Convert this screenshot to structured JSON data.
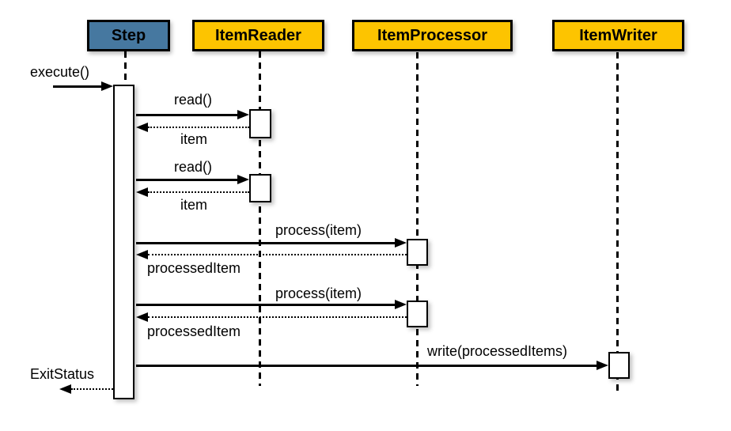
{
  "diagram": {
    "type": "uml-sequence"
  },
  "colors": {
    "step_header_bg": "#4678a0",
    "component_header_bg": "#fdc400",
    "line": "#000000",
    "background": "#ffffff",
    "activation_fill": "#ffffff"
  },
  "lifelines": [
    {
      "id": "step",
      "label": "Step"
    },
    {
      "id": "itemreader",
      "label": "ItemReader"
    },
    {
      "id": "itemprocessor",
      "label": "ItemProcessor"
    },
    {
      "id": "itemwriter",
      "label": "ItemWriter"
    }
  ],
  "messages": [
    {
      "label": "execute()",
      "from": "caller",
      "to": "Step",
      "style": "solid"
    },
    {
      "label": "read()",
      "from": "Step",
      "to": "ItemReader",
      "style": "solid"
    },
    {
      "label": "item",
      "from": "ItemReader",
      "to": "Step",
      "style": "dotted"
    },
    {
      "label": "read()",
      "from": "Step",
      "to": "ItemReader",
      "style": "solid"
    },
    {
      "label": "item",
      "from": "ItemReader",
      "to": "Step",
      "style": "dotted"
    },
    {
      "label": "process(item)",
      "from": "Step",
      "to": "ItemProcessor",
      "style": "solid"
    },
    {
      "label": "processedItem",
      "from": "ItemProcessor",
      "to": "Step",
      "style": "dotted"
    },
    {
      "label": "process(item)",
      "from": "Step",
      "to": "ItemProcessor",
      "style": "solid"
    },
    {
      "label": "processedItem",
      "from": "ItemProcessor",
      "to": "Step",
      "style": "dotted"
    },
    {
      "label": "write(processedItems)",
      "from": "Step",
      "to": "ItemWriter",
      "style": "solid"
    },
    {
      "label": "ExitStatus",
      "from": "Step",
      "to": "caller",
      "style": "dotted"
    }
  ]
}
